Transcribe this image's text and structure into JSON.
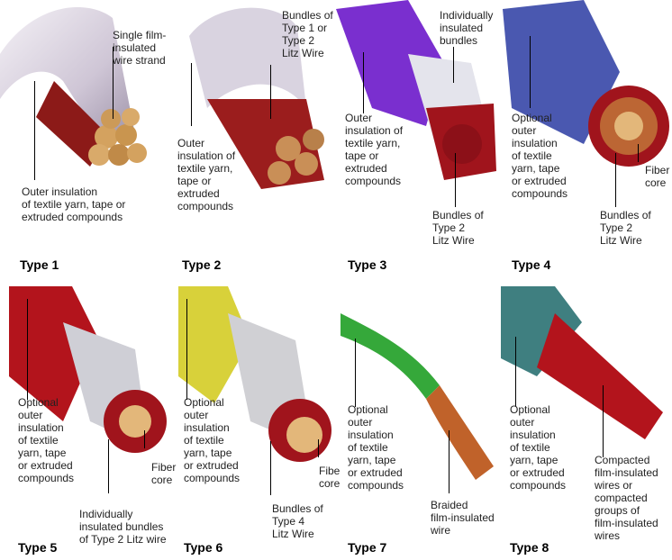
{
  "panels": [
    {
      "title": "Type 1",
      "labels": [
        "Single film-\ninsulated\nwire strand",
        "Outer insulation\nof textile yarn, tape or\nextruded compounds"
      ]
    },
    {
      "title": "Type 2",
      "labels": [
        "Bundles of\nType 1 or\nType 2\nLitz Wire",
        "Outer\ninsulation of\ntextile yarn,\ntape or\nextruded\ncompounds"
      ]
    },
    {
      "title": "Type 3",
      "labels": [
        "Individually\ninsulated\nbundles",
        "Outer\ninsulation of\ntextile yarn,\ntape or\nextruded\ncompounds",
        "Bundles of\nType 2\nLitz Wire"
      ]
    },
    {
      "title": "Type 4",
      "labels": [
        "Optional\nouter\ninsulation\nof textile\nyarn, tape\nor extruded\ncompounds",
        "Fiber\ncore",
        "Bundles of\nType 2\nLitz Wire"
      ]
    },
    {
      "title": "Type 5",
      "labels": [
        "Optional\nouter\ninsulation\nof textile\nyarn, tape\nor extruded\ncompounds",
        "Fiber\ncore",
        "Individually\ninsulated bundles\nof Type 2 Litz wire"
      ]
    },
    {
      "title": "Type 6",
      "labels": [
        "Optional\nouter\ninsulation\nof textile\nyarn, tape\nor extruded\ncompounds",
        "Fiber\ncore",
        "Bundles of\nType 4\nLitz Wire"
      ]
    },
    {
      "title": "Type 7",
      "labels": [
        "Optional\nouter\ninsulation\nof textile\nyarn, tape\nor extruded\ncompounds",
        "Braided\nfilm-insulated\nwire"
      ]
    },
    {
      "title": "Type 8",
      "labels": [
        "Optional\nouter\ninsulation\nof textile\nyarn, tape\nor extruded\ncompounds",
        "Compacted\nfilm-insulated\nwires or\ncompacted\ngroups of\nfilm-insulated\nwires"
      ]
    }
  ],
  "colors": {
    "white_jacket": "#d9d3e0",
    "copper_red": "#b3141c",
    "copper_tan": "#d9a36a",
    "purple_jacket": "#7a2fcf",
    "blue_jacket": "#4a58b0",
    "yellow_jacket": "#d8d13a",
    "green_jacket": "#35a83a",
    "teal_jacket": "#3f7f80",
    "braid_copper": "#c0622a"
  }
}
